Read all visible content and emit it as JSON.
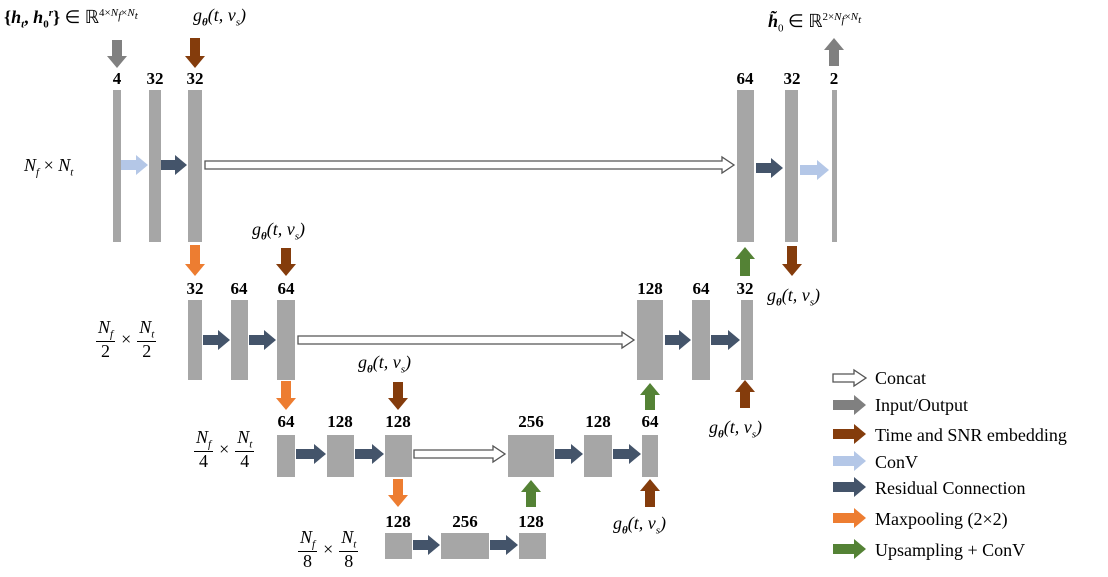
{
  "input_formula": "{h_t, h_0^r} ∈ ℝ^{4×N_f×N_t}",
  "output_formula": "h̃_0 ∈ ℝ^{2×N_f×N_t}",
  "embedding_label": "g_θ(t, v_s)",
  "level_labels": {
    "l1": "N_f × N_t",
    "l2": "N_f/2 × N_t/2",
    "l3": "N_f/4 × N_t/4",
    "l4": "N_f/8 × N_t/8"
  },
  "channels": {
    "l1": [
      "4",
      "32",
      "32",
      "64",
      "32",
      "2"
    ],
    "l2": [
      "32",
      "64",
      "64",
      "128",
      "64",
      "32"
    ],
    "l3": [
      "64",
      "128",
      "128",
      "256",
      "128",
      "64"
    ],
    "l4": [
      "128",
      "256",
      "128"
    ]
  },
  "legend": [
    {
      "label": "Concat",
      "color": "#ffffff",
      "stroke": "#555555",
      "icon": "hollow-arrow"
    },
    {
      "label": "Input/Output",
      "color": "#808080",
      "icon": "gray-arrow"
    },
    {
      "label": "Time and SNR embedding",
      "color": "#843c0c",
      "icon": "brown-arrow"
    },
    {
      "label": "ConV",
      "color": "#b4c7e7",
      "icon": "light-blue-arrow"
    },
    {
      "label": "Residual Connection",
      "color": "#44546a",
      "icon": "dark-slate-arrow"
    },
    {
      "label": "Maxpooling (2×2)",
      "color": "#ed7d31",
      "icon": "orange-arrow"
    },
    {
      "label": "Upsampling + ConV",
      "color": "#548235",
      "icon": "green-arrow"
    }
  ],
  "colors": {
    "block": "#a6a6a6",
    "io": "#808080",
    "embed": "#843c0c",
    "conv": "#b4c7e7",
    "residual": "#44546a",
    "pool": "#ed7d31",
    "up": "#548235"
  }
}
